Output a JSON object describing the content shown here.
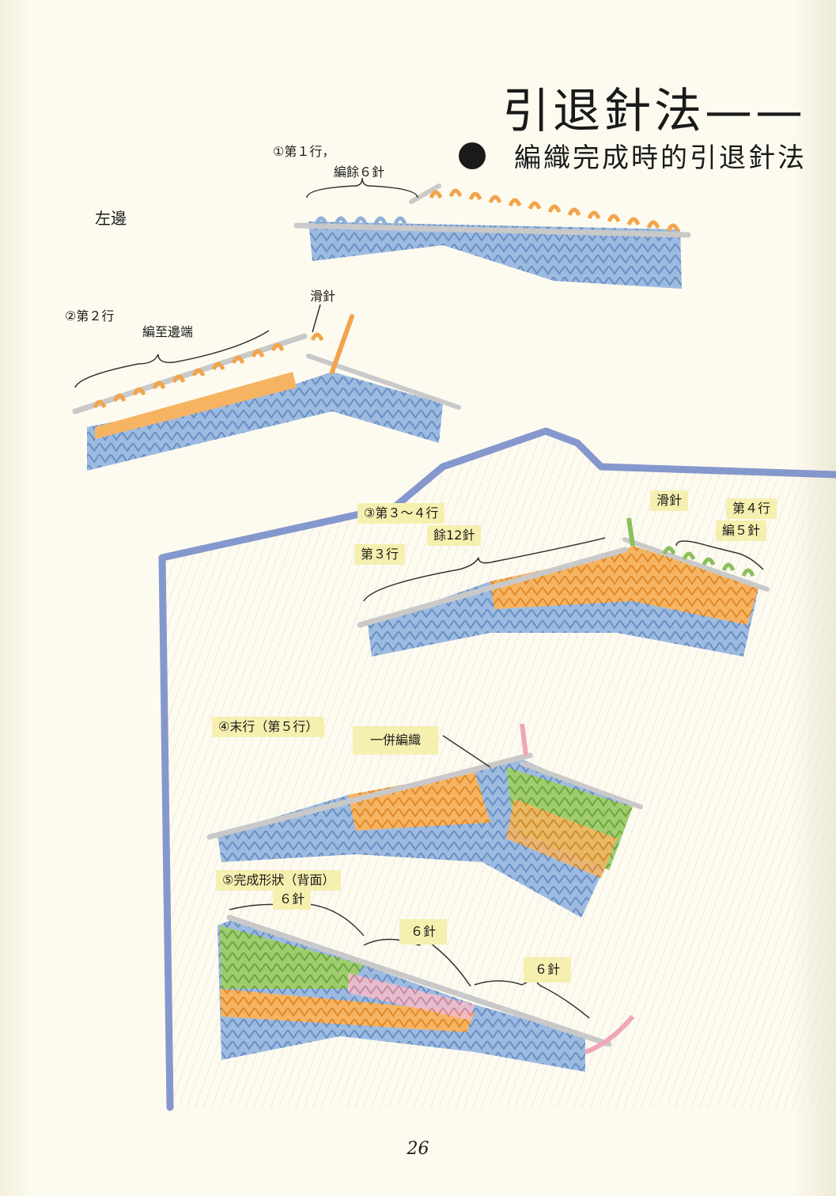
{
  "header": {
    "title": "引退針法——",
    "subtitle": "編織完成時的引退針法"
  },
  "side_label": "左邊",
  "steps": {
    "s1": {
      "label": "①第１行，",
      "note": "編餘６針"
    },
    "s2": {
      "label": "②第２行",
      "note": "編至邊端",
      "callout": "滑針"
    },
    "s3": {
      "label": "③第３～４行",
      "note": "餘12針",
      "row3": "第３行",
      "callout": "滑針",
      "row4": "第４行",
      "row4_note": "編５針"
    },
    "s4": {
      "label": "④末行（第５行）",
      "callout": "一併編織"
    },
    "s5": {
      "label": "⑤完成形狀（背面）",
      "count1": "６針",
      "count2": "６針",
      "count3": "６針"
    }
  },
  "page_number": "26",
  "colors": {
    "blue_yarn": "#8fb0d8",
    "orange_yarn": "#f2a44a",
    "green_yarn": "#8cbf5a",
    "pink_yarn": "#efa6b8",
    "needle": "#c9c9c9",
    "garment_outline": "#6f86c9",
    "highlight": "#f6f0b0"
  }
}
